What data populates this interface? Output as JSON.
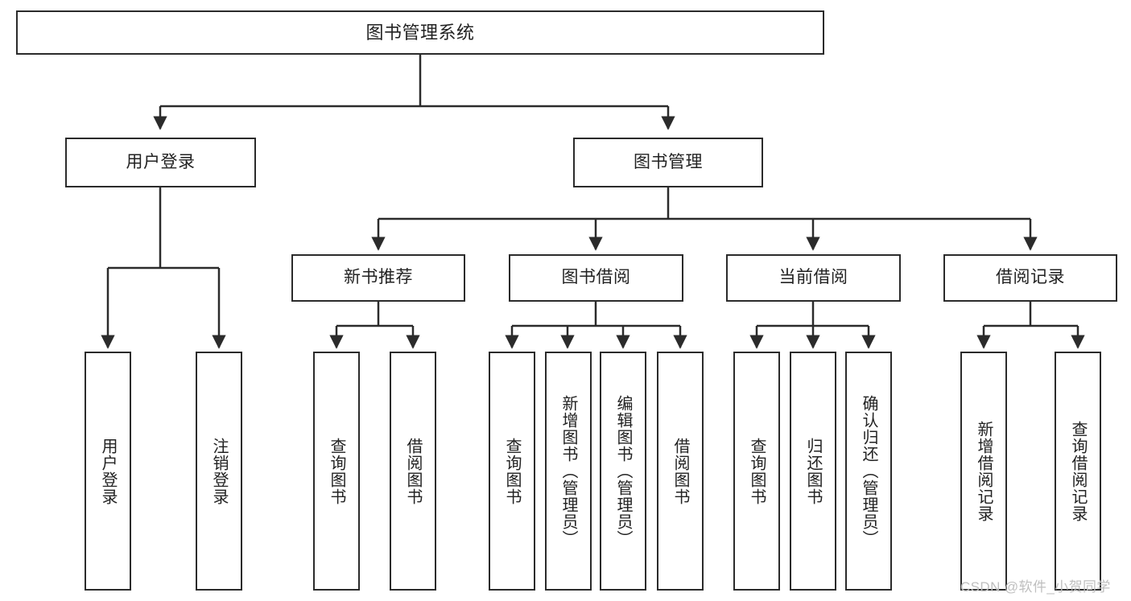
{
  "diagram": {
    "title": "图书管理系统",
    "type": "tree-hierarchy",
    "watermark": "CSDN @软件_小贺同学",
    "colors": {
      "border": "#2b2b2b",
      "background": "#ffffff",
      "text": "#222222",
      "watermark": "#bfbfbf"
    },
    "levels": {
      "root": {
        "label": "图书管理系统"
      },
      "level2": [
        {
          "label": "用户登录"
        },
        {
          "label": "图书管理"
        }
      ],
      "level3": [
        {
          "label": "新书推荐"
        },
        {
          "label": "图书借阅"
        },
        {
          "label": "当前借阅"
        },
        {
          "label": "借阅记录"
        }
      ]
    },
    "leaves": {
      "user_login": [
        {
          "label": "用户登录"
        },
        {
          "label": "注销登录"
        }
      ],
      "new_book_recommend": [
        {
          "label": "查询图书"
        },
        {
          "label": "借阅图书"
        }
      ],
      "book_borrow": [
        {
          "label": "查询图书"
        },
        {
          "label": "新增图书（管理员）"
        },
        {
          "label": "编辑图书（管理员）"
        },
        {
          "label": "借阅图书"
        }
      ],
      "current_borrow": [
        {
          "label": "查询图书"
        },
        {
          "label": "归还图书"
        },
        {
          "label": "确认归还（管理员）"
        }
      ],
      "borrow_record": [
        {
          "label": "新增借阅记录"
        },
        {
          "label": "查询借阅记录"
        }
      ]
    }
  }
}
